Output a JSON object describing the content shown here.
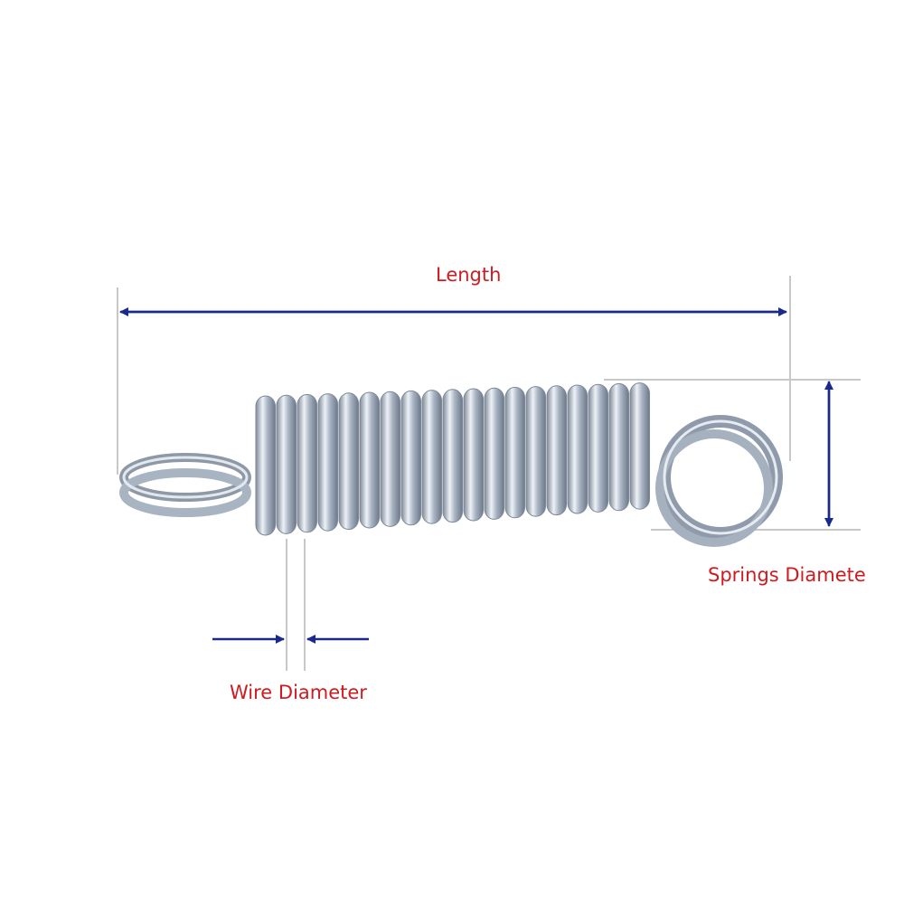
{
  "colors": {
    "label": "#d01a1f",
    "arrow": "#1a2a8c",
    "guide": "#c8c8c8",
    "steel": "#b9c4d2"
  },
  "labels": {
    "length": "Length",
    "spring_diameter": "Springs Diamete",
    "wire_diameter": "Wire Diameter"
  },
  "spring": {
    "coil_count": 19
  }
}
